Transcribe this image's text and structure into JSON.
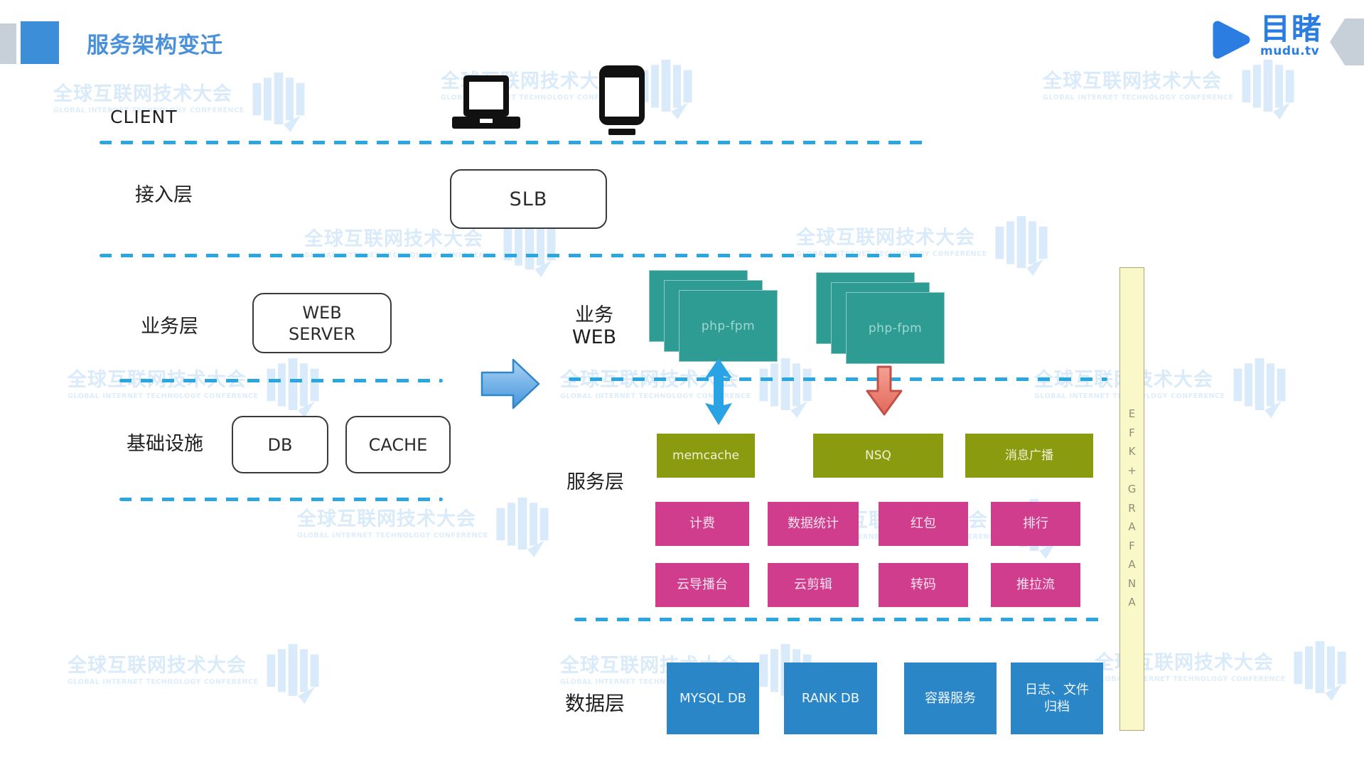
{
  "colors": {
    "title_blue": "#4A90DB",
    "header_square_blue": "#3D8ED9",
    "header_square_gray": "#C7CFD8",
    "dashed_line_blue": "#2AA6E0",
    "teal_box": "#2F9C94",
    "olive_box": "#8B9B10",
    "magenta_box": "#CF3D8C",
    "data_blue_box": "#2B86C8",
    "monitor_bar_bg": "#FAF8C9",
    "monitor_bar_border": "#ABA875",
    "monitor_text": "#8E8E75",
    "arrow_blue": "#29A3E3",
    "arrow_red": "#E8756A",
    "watermark_blue": "#D9EBFA",
    "mudu_blue": "#2B7DE1",
    "ink": "#1F1F1F"
  },
  "header": {
    "title": "服务架构变迁",
    "logo_text": "目睹",
    "logo_domain": "mudu.tv"
  },
  "watermark": {
    "text": "全球互联网技术大会",
    "subtext": "GLOBAL INTERNET TECHNOLOGY CONFERENCE"
  },
  "left": {
    "client_label": "CLIENT",
    "access_layer_label": "接入层",
    "access_box": "SLB",
    "business_layer_label": "业务层",
    "business_box": "WEB\nSERVER",
    "infra_layer_label": "基础设施",
    "infra_boxes": [
      "DB",
      "CACHE"
    ]
  },
  "right": {
    "business_web_label": "业务\nWEB",
    "php_stacks": [
      "php-fpm",
      "php-fpm"
    ],
    "service_layer_label": "服务层",
    "middleware_row": [
      "memcache",
      "NSQ",
      "消息广播"
    ],
    "service_row1": [
      "计费",
      "数据统计",
      "红包",
      "排行"
    ],
    "service_row2": [
      "云导播台",
      "云剪辑",
      "转码",
      "推拉流"
    ],
    "data_layer_label": "数据层",
    "data_row": [
      "MYSQL DB",
      "RANK DB",
      "容器服务",
      "日志、文件\n归档"
    ],
    "monitor_bar": "EFK+GRAFANA"
  }
}
